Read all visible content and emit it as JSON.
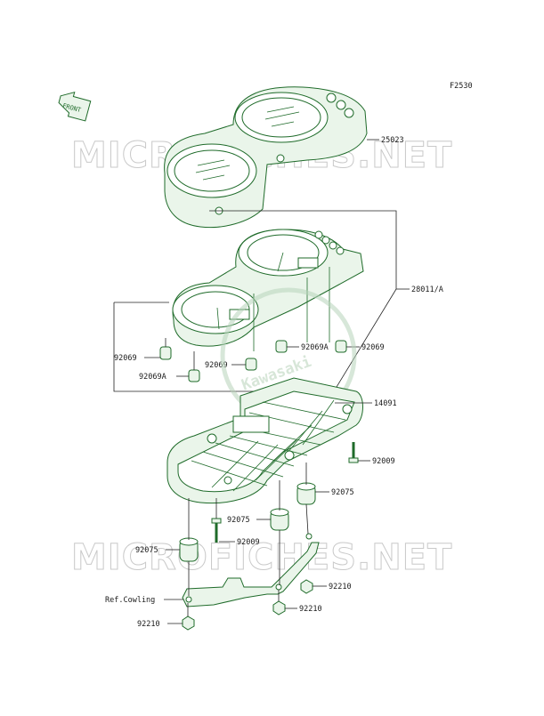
{
  "diagram_code": "F2530",
  "front_label": "FRONT",
  "watermark": "MICROFICHES.NET",
  "brand": "Kawasaki",
  "callouts": {
    "c25023": "25023",
    "c28011": "28011/A",
    "c92069_left": "92069",
    "c92069_mid": "92069",
    "c92069a_right": "92069A",
    "c92069_right": "92069",
    "c92069a_left": "92069A",
    "c14091": "14091",
    "c92009_right": "92009",
    "c92075_right": "92075",
    "c92075_mid": "92075",
    "c92009_mid": "92009",
    "c92075_left": "92075",
    "c92210_right": "92210",
    "ref_cowling": "Ref.Cowling",
    "c92210_mid": "92210",
    "c92210_left": "92210"
  },
  "colors": {
    "part_stroke": "#1f6b2a",
    "part_fill": "#eaf5ea",
    "watermark": "#c9c9c9"
  }
}
